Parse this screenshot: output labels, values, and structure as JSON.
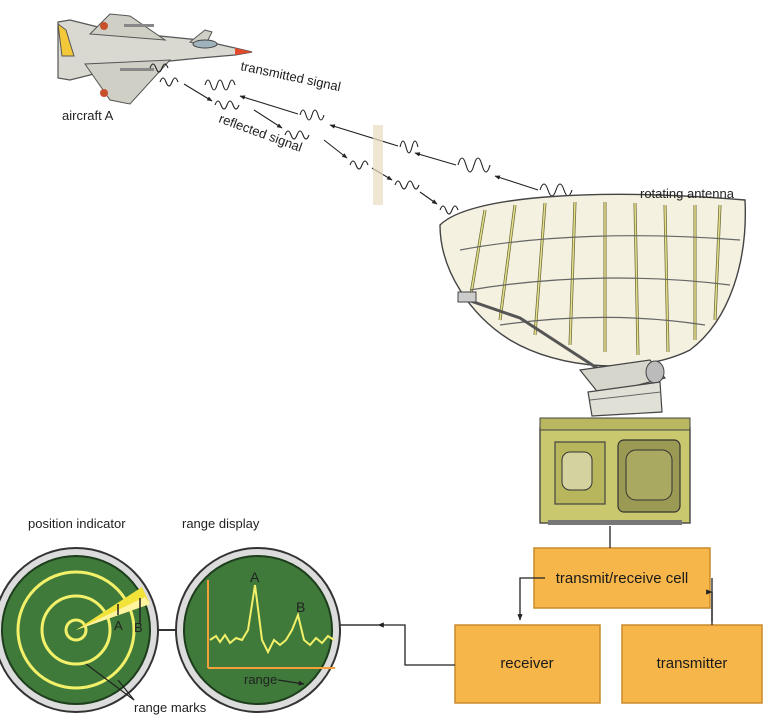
{
  "labels": {
    "aircraft": "aircraft A",
    "transmitted": "transmitted signal",
    "reflected": "reflected signal",
    "antenna": "rotating antenna",
    "position_indicator": "position indicator",
    "range_display": "range display",
    "range_marks": "range marks",
    "range_axis": "range",
    "target_a": "A",
    "target_b": "B",
    "scope_a": "A",
    "scope_b": "B"
  },
  "boxes": {
    "transmit_receive": "transmit/receive cell",
    "receiver": "receiver",
    "transmitter": "transmitter"
  },
  "colors": {
    "box_fill": "#f6b64a",
    "box_stroke": "#c98a2a",
    "scope_bg": "#3f7a3a",
    "scope_trace": "#f3f06a",
    "sweep": "#f2e33a",
    "housing": "#c9c86e",
    "aircraft_body": "#d9d9d2",
    "aircraft_fin": "#f3c93a"
  }
}
